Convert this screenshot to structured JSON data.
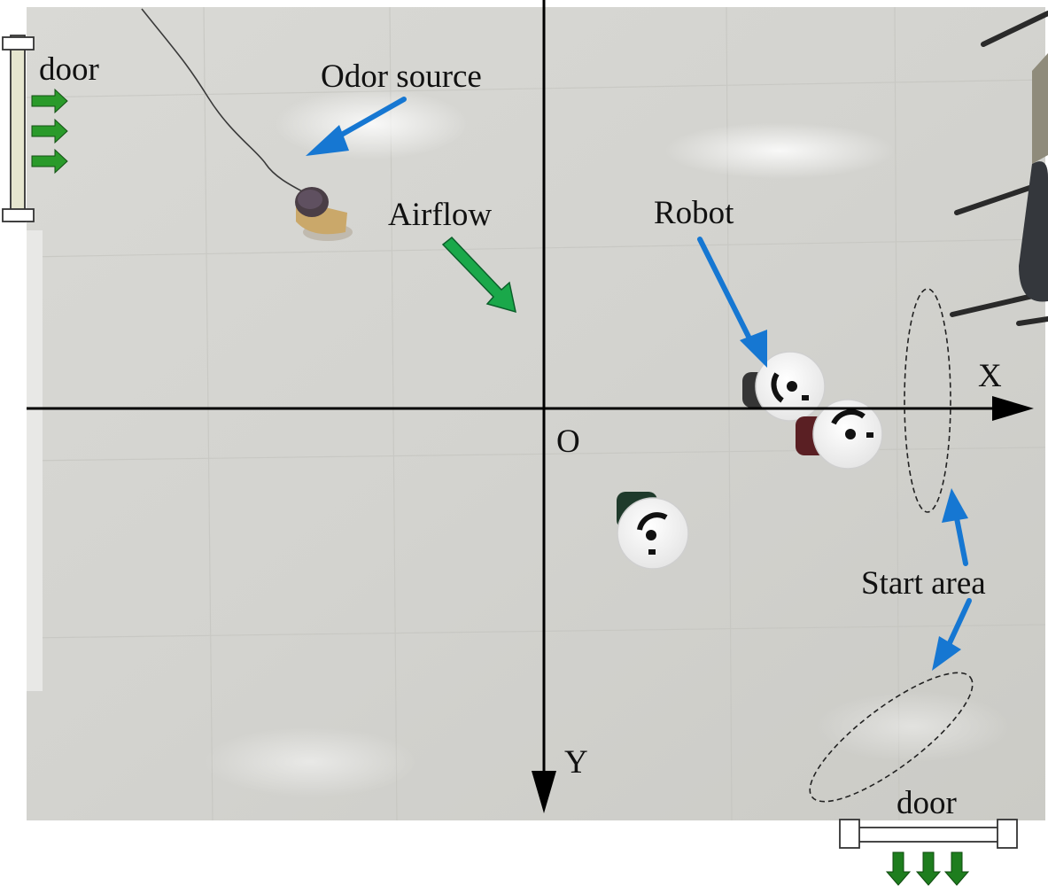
{
  "labels": {
    "door_top": "door",
    "odor_source": "Odor source",
    "airflow": "Airflow",
    "robot": "Robot",
    "x_axis": "X",
    "origin": "O",
    "y_axis": "Y",
    "start_area": "Start area",
    "door_bottom": "door"
  },
  "colors": {
    "floor": "#d7d7d3",
    "annotation_arrow": "#1677d2",
    "airflow_arrow": "#1aa84a",
    "door_arrow": "#1e7d1e",
    "axis": "#000000"
  }
}
